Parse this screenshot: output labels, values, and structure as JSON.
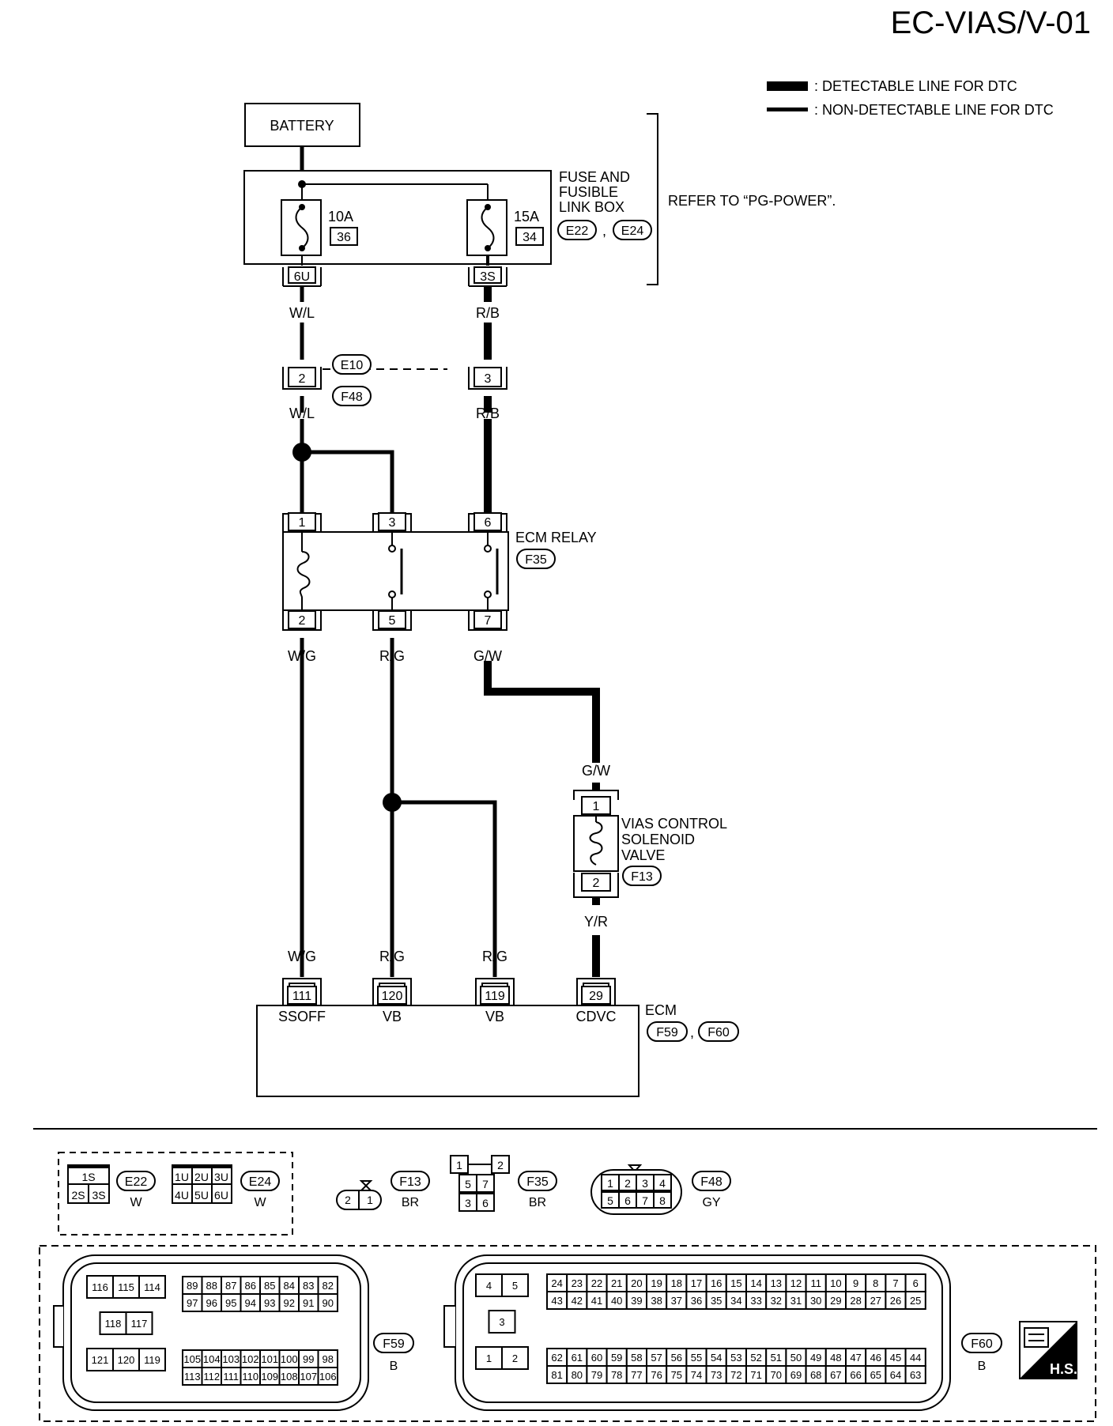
{
  "page_code": "EC-VIAS/V-01",
  "legend": {
    "detectable": ": DETECTABLE LINE FOR DTC",
    "non_detectable": ": NON-DETECTABLE LINE FOR DTC"
  },
  "battery": "BATTERY",
  "fuse_box": {
    "name_lines": [
      "FUSE AND",
      "FUSIBLE",
      "LINK BOX"
    ],
    "connectors": [
      "E22",
      "E24"
    ],
    "connector_sep": ",",
    "refer": "REFER TO “PG-POWER”.",
    "fuses": [
      {
        "rating": "10A",
        "number": "36",
        "terminal": "6U"
      },
      {
        "rating": "15A",
        "number": "34",
        "terminal": "3S"
      }
    ]
  },
  "joint": {
    "connectors": [
      "E10",
      "F48"
    ],
    "pins": [
      "2",
      "3"
    ]
  },
  "ecm_relay": {
    "name": "ECM RELAY",
    "connector": "F35",
    "top_pins": [
      "1",
      "3",
      "6"
    ],
    "bottom_pins": [
      "2",
      "5",
      "7"
    ]
  },
  "vias_valve": {
    "name_lines": [
      "VIAS CONTROL",
      "SOLENOID",
      "VALVE"
    ],
    "connector": "F13",
    "pins": [
      "1",
      "2"
    ]
  },
  "ecm": {
    "name": "ECM",
    "connectors": [
      "F59",
      "F60"
    ],
    "connector_sep": ",",
    "terminals": [
      {
        "pin": "111",
        "label": "SSOFF"
      },
      {
        "pin": "120",
        "label": "VB"
      },
      {
        "pin": "119",
        "label": "VB"
      },
      {
        "pin": "29",
        "label": "CDVC"
      }
    ]
  },
  "wire_colors": {
    "fuse1_out": "W/L",
    "fuse2_out": "R/B",
    "joint_out_left": "W/L",
    "joint_out_right": "R/B",
    "relay2": "W/G",
    "relay5": "R/G",
    "relay7": "G/W",
    "valve_in": "G/W",
    "valve_out": "Y/R",
    "ecm111": "W/G",
    "ecm120": "R/G",
    "ecm119": "R/G"
  },
  "connector_views": {
    "e22": {
      "id": "E22",
      "color": "W",
      "pins_top": [
        "1S"
      ],
      "pins_bottom": [
        "2S",
        "3S"
      ]
    },
    "e24": {
      "id": "E24",
      "color": "W",
      "pins_top": [
        "1U",
        "2U",
        "3U"
      ],
      "pins_bottom": [
        "4U",
        "5U",
        "6U"
      ]
    },
    "f13": {
      "id": "F13",
      "color": "BR",
      "pins": [
        "2",
        "1"
      ]
    },
    "f35": {
      "id": "F35",
      "color": "BR",
      "pins_top": [
        "1",
        "2"
      ],
      "pins_mid": [
        "5",
        "7"
      ],
      "pins_bottom": [
        "3",
        "6"
      ]
    },
    "f48": {
      "id": "F48",
      "color": "GY",
      "pins_top": [
        "1",
        "2",
        "3",
        "4"
      ],
      "pins_bottom": [
        "5",
        "6",
        "7",
        "8"
      ]
    },
    "f59": {
      "id": "F59",
      "color": "B",
      "rows_left": [
        [
          "116",
          "115",
          "114"
        ],
        [
          "118",
          "117"
        ],
        [
          "121",
          "120",
          "119"
        ]
      ],
      "rows_right": [
        [
          "89",
          "88",
          "87",
          "86",
          "85",
          "84",
          "83",
          "82"
        ],
        [
          "97",
          "96",
          "95",
          "94",
          "93",
          "92",
          "91",
          "90"
        ],
        [
          "105",
          "104",
          "103",
          "102",
          "101",
          "100",
          "99",
          "98"
        ],
        [
          "113",
          "112",
          "111",
          "110",
          "109",
          "108",
          "107",
          "106"
        ]
      ]
    },
    "f60": {
      "id": "F60",
      "color": "B",
      "rows_left": [
        [
          "4",
          "5"
        ],
        [
          "3"
        ],
        [
          "1",
          "2"
        ]
      ],
      "rows_right": [
        [
          "24",
          "23",
          "22",
          "21",
          "20",
          "19",
          "18",
          "17",
          "16",
          "15",
          "14",
          "13",
          "12",
          "11",
          "10",
          "9",
          "8",
          "7",
          "6"
        ],
        [
          "43",
          "42",
          "41",
          "40",
          "39",
          "38",
          "37",
          "36",
          "35",
          "34",
          "33",
          "32",
          "31",
          "30",
          "29",
          "28",
          "27",
          "26",
          "25"
        ],
        [
          "62",
          "61",
          "60",
          "59",
          "58",
          "57",
          "56",
          "55",
          "54",
          "53",
          "52",
          "51",
          "50",
          "49",
          "48",
          "47",
          "46",
          "45",
          "44"
        ],
        [
          "81",
          "80",
          "79",
          "78",
          "77",
          "76",
          "75",
          "74",
          "73",
          "72",
          "71",
          "70",
          "69",
          "68",
          "67",
          "66",
          "65",
          "64",
          "63"
        ]
      ]
    }
  },
  "hs_badge": "H.S.",
  "colors": {
    "ink": "#000000",
    "paper": "#ffffff"
  }
}
